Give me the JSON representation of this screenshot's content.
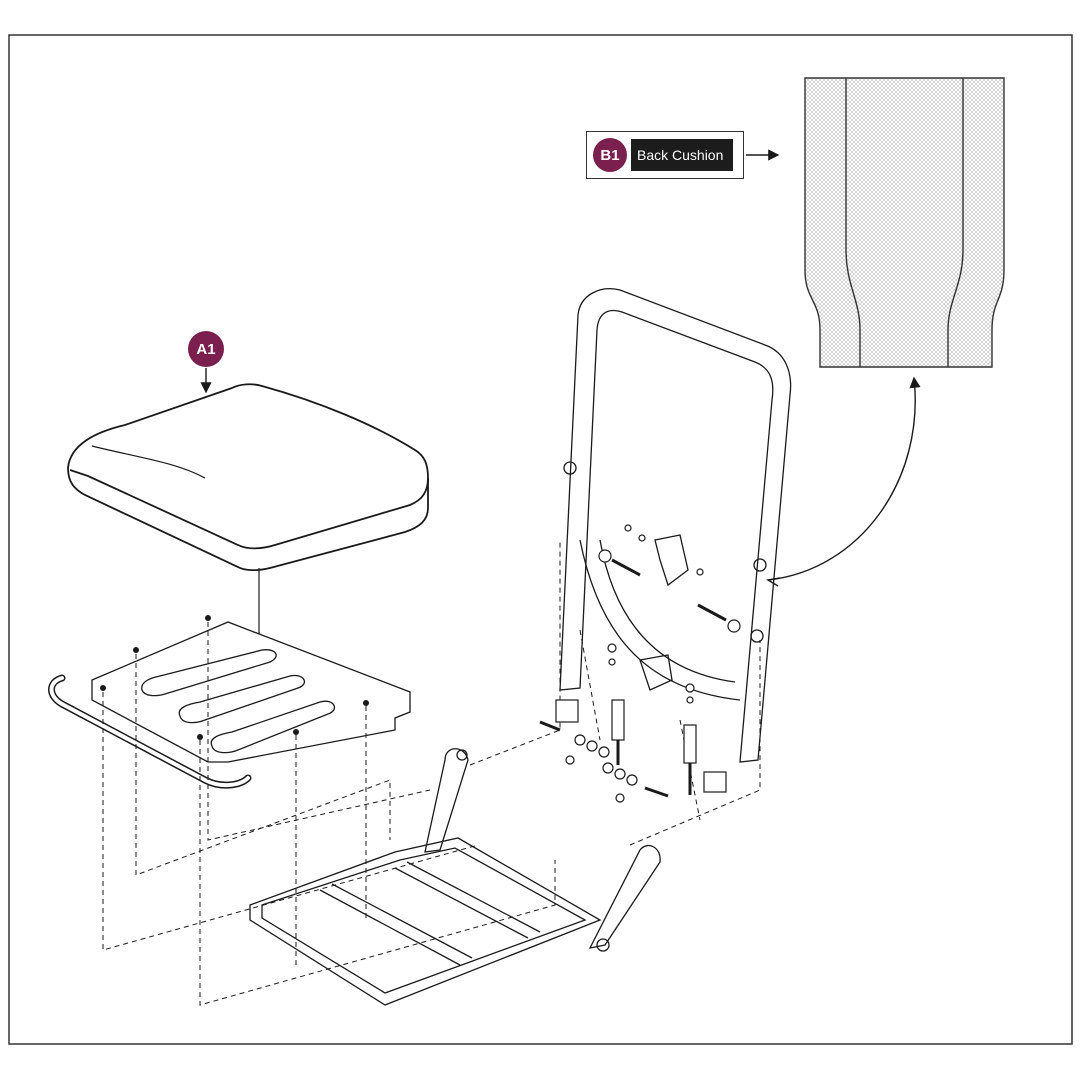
{
  "callouts": {
    "a1": {
      "code": "A1"
    },
    "b1": {
      "code": "B1",
      "label": "Back Cushion"
    }
  },
  "colors": {
    "badge": "#7a1f4e",
    "line": "#1a1a1a",
    "frame": "#333333"
  }
}
